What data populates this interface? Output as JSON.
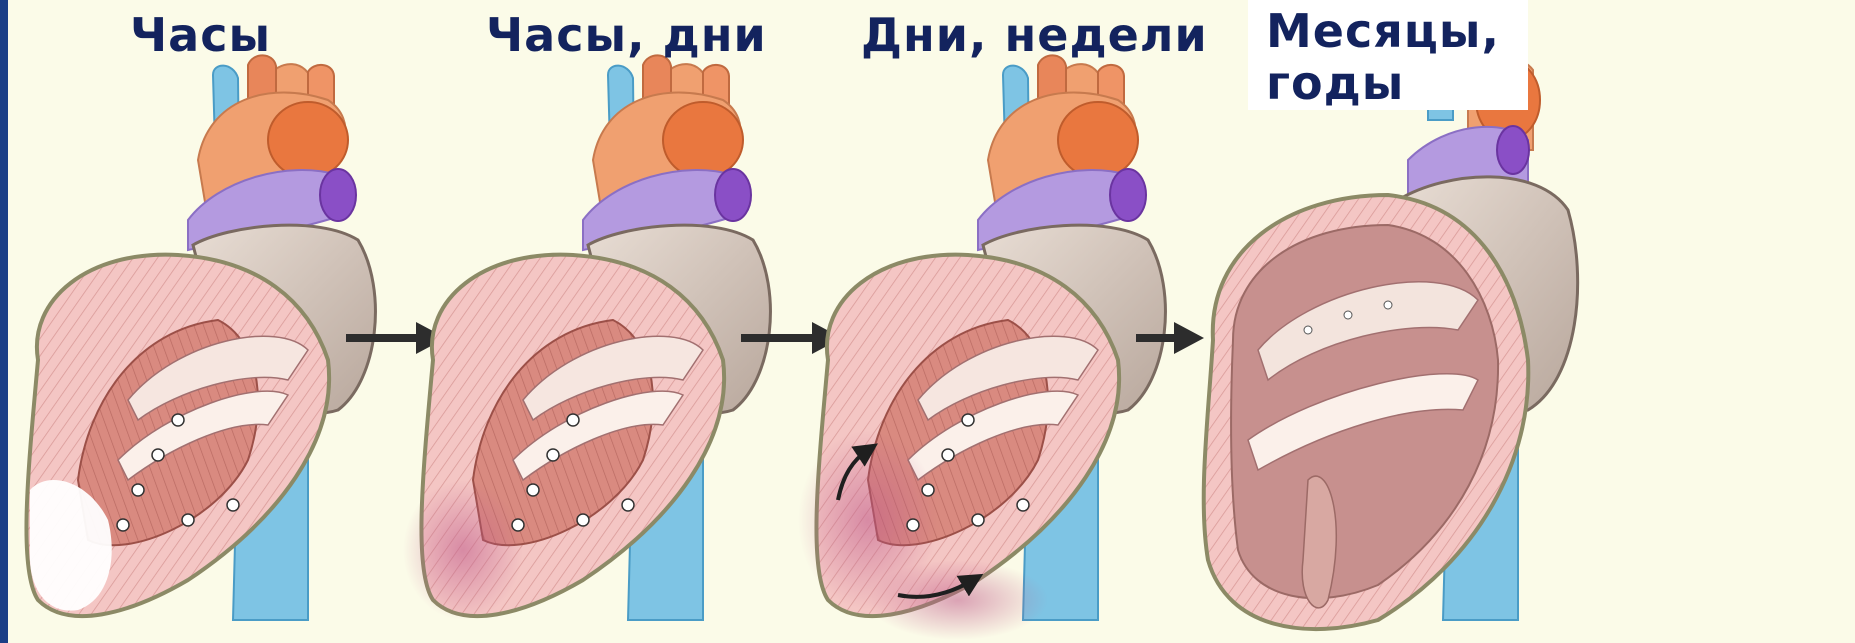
{
  "stages": [
    {
      "label": "Часы"
    },
    {
      "label": "Часы, дни"
    },
    {
      "label": "Дни, недели"
    },
    {
      "label": "Месяцы, годы"
    }
  ],
  "colors": {
    "frame": "#1b3f86",
    "background": "#fbfbe8",
    "label_text": "#13235e",
    "myocardium": "#f4c6c4",
    "aorta": "#f0a070",
    "vena_cava": "#7ec4e4",
    "pulmonary_vein": "#a98ad8",
    "infarct_zone": "#ffffff",
    "arrow": "#2d2d2d"
  },
  "icons": [
    "heart-illustration",
    "right-arrow-icon",
    "curved-arrow-icon"
  ]
}
